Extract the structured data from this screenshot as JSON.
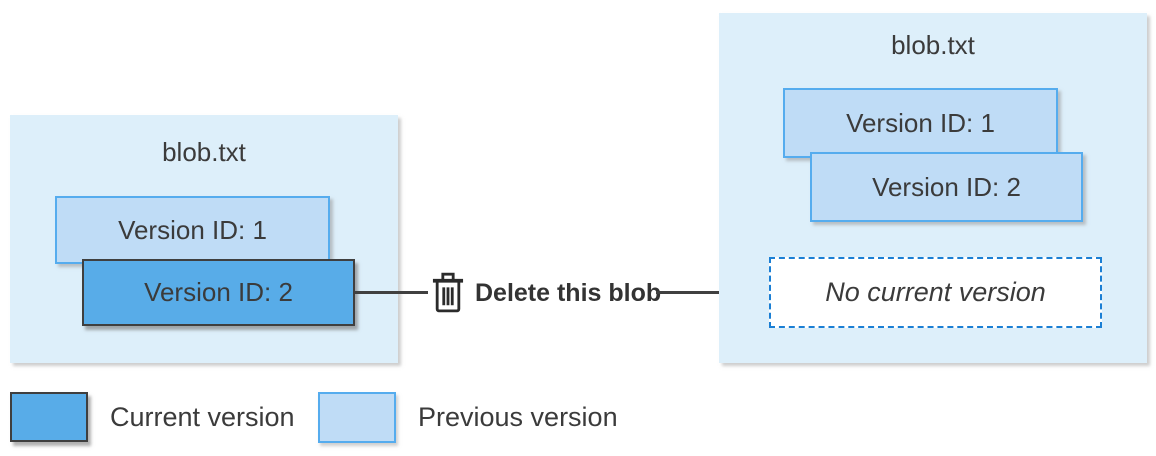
{
  "left_blob": {
    "title": "blob.txt",
    "versions": [
      {
        "label": "Version ID: 1",
        "type": "previous"
      },
      {
        "label": "Version ID: 2",
        "type": "current"
      }
    ]
  },
  "action": {
    "icon": "trash-icon",
    "label": "Delete this blob"
  },
  "right_blob": {
    "title": "blob.txt",
    "versions": [
      {
        "label": "Version ID: 1",
        "type": "previous"
      },
      {
        "label": "Version ID: 2",
        "type": "previous"
      }
    ],
    "placeholder": "No current version"
  },
  "legend": [
    {
      "label": "Current version",
      "swatch": "current"
    },
    {
      "label": "Previous version",
      "swatch": "previous"
    }
  ],
  "colors": {
    "container_fill": "#ddeffa",
    "previous_fill": "#bfdcf6",
    "previous_border": "#55acee",
    "current_fill": "#58ace8",
    "current_border": "#3f3f3f",
    "dashed_border": "#1b7fd4",
    "line_color": "#404040",
    "text_color": "#3b3b3b"
  }
}
